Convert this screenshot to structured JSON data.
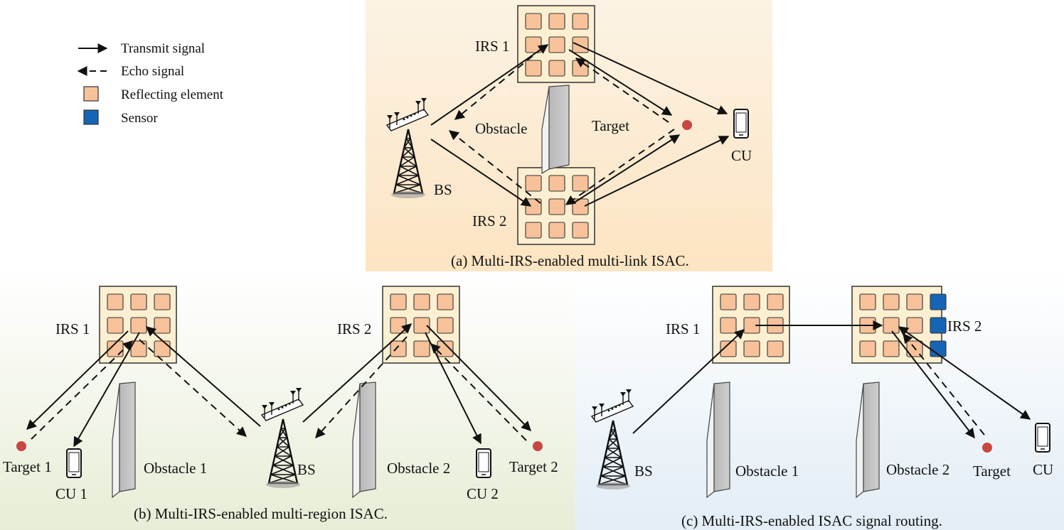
{
  "legend": {
    "transmit": "Transmit signal",
    "echo": "Echo signal",
    "reflecting": "Reflecting element",
    "sensor": "Sensor"
  },
  "colors": {
    "element": "#f7c29a",
    "sensor": "#1565b7",
    "target": "#c8473f",
    "panel_a_top": "#fbf1dc",
    "panel_a_bottom": "#fde6c6",
    "panel_b_top": "#ffffff",
    "panel_b_bottom": "#e9eed9",
    "panel_c_top": "#ffffff",
    "panel_c_bottom": "#e4eef5"
  },
  "panel_a": {
    "irs1": "IRS 1",
    "irs2": "IRS 2",
    "bs": "BS",
    "obstacle": "Obstacle",
    "target": "Target",
    "cu": "CU",
    "caption": "(a) Multi-IRS-enabled multi-link ISAC."
  },
  "panel_b": {
    "irs1": "IRS 1",
    "irs2": "IRS 2",
    "bs": "BS",
    "obstacle1": "Obstacle 1",
    "obstacle2": "Obstacle 2",
    "target1": "Target 1",
    "target2": "Target 2",
    "cu1": "CU 1",
    "cu2": "CU 2",
    "caption": "(b) Multi-IRS-enabled multi-region ISAC."
  },
  "panel_c": {
    "irs1": "IRS 1",
    "irs2": "IRS 2",
    "bs": "BS",
    "obstacle1": "Obstacle 1",
    "obstacle2": "Obstacle 2",
    "target": "Target",
    "cu": "CU",
    "caption": "(c) Multi-IRS-enabled ISAC signal routing."
  }
}
